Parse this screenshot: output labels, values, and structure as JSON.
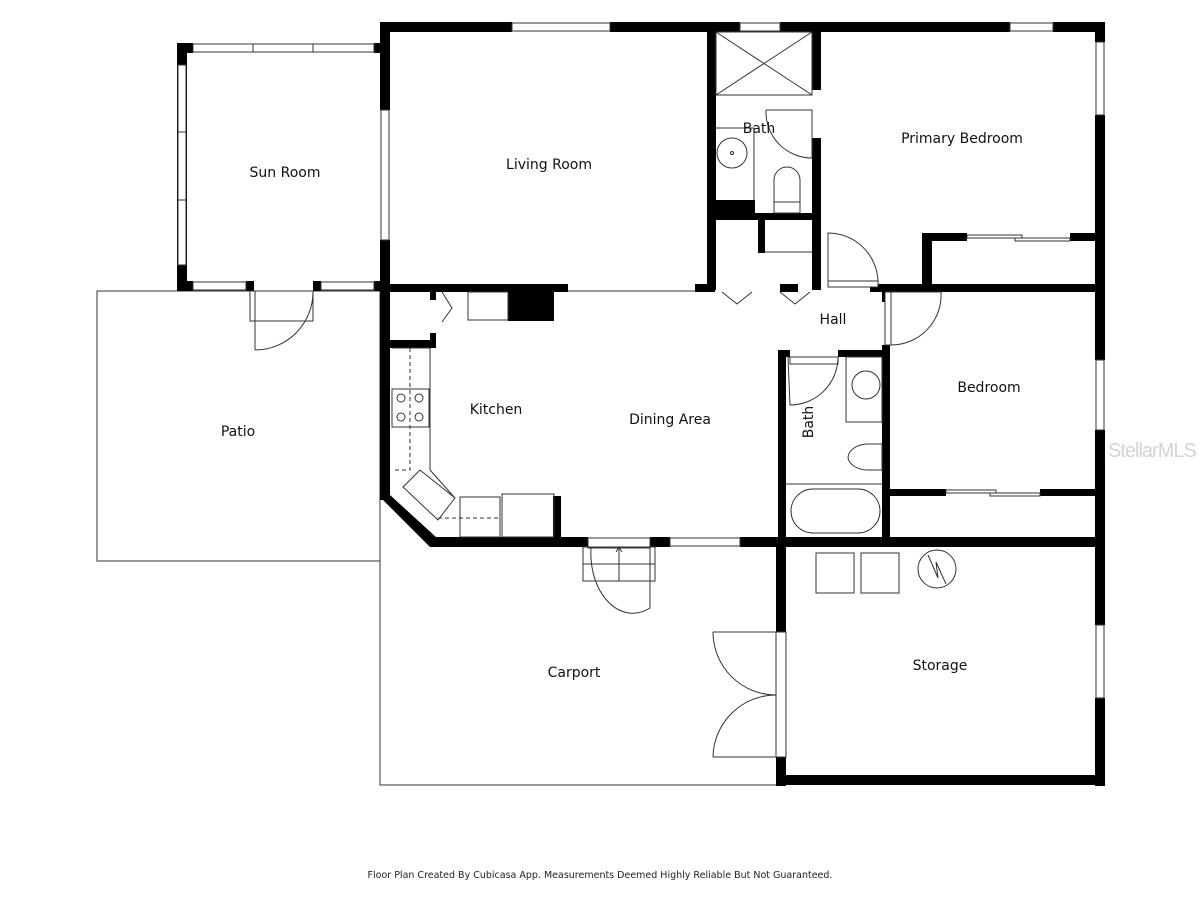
{
  "rooms": {
    "sun_room": {
      "label": "Sun Room"
    },
    "living_room": {
      "label": "Living Room"
    },
    "bath_primary": {
      "label": "Bath"
    },
    "primary_bedroom": {
      "label": "Primary Bedroom"
    },
    "hall": {
      "label": "Hall"
    },
    "kitchen": {
      "label": "Kitchen"
    },
    "dining_area": {
      "label": "Dining Area"
    },
    "bath_hall": {
      "label": "Bath"
    },
    "bedroom": {
      "label": "Bedroom"
    },
    "patio": {
      "label": "Patio"
    },
    "carport": {
      "label": "Carport"
    },
    "storage": {
      "label": "Storage"
    }
  },
  "footer": {
    "disclaimer": "Floor Plan Created By Cubicasa App. Measurements Deemed Highly Reliable But Not Guaranteed."
  },
  "watermark": {
    "text": "StellarMLS"
  },
  "colors": {
    "wall": "#000000",
    "line": "#333333",
    "background": "#ffffff"
  }
}
